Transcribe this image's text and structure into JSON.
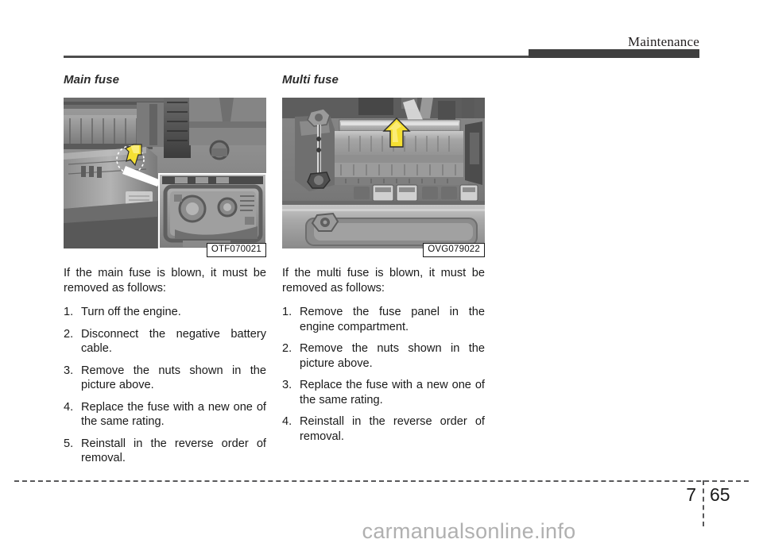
{
  "header": {
    "title": "Maintenance"
  },
  "columns": [
    {
      "heading": "Main fuse",
      "figure": {
        "caption": "OTF070021",
        "alt": "Engine compartment main fuse location with yellow arrow and inset detail of fuse box"
      },
      "intro": "If the main fuse is blown, it must be removed as follows:",
      "steps": [
        {
          "num": "1.",
          "text": "Turn off the engine."
        },
        {
          "num": "2.",
          "text": "Disconnect the negative battery cable."
        },
        {
          "num": "3.",
          "text": "Remove the nuts shown in the picture above."
        },
        {
          "num": "4.",
          "text": "Replace the fuse with a new one of the same rating."
        },
        {
          "num": "5.",
          "text": "Reinstall in the reverse order of removal."
        }
      ]
    },
    {
      "heading": "Multi fuse",
      "figure": {
        "caption": "OVG079022",
        "alt": "Multi fuse panel in engine compartment with yellow arrow pointing up"
      },
      "intro": "If the multi fuse is blown, it must be removed as follows:",
      "steps": [
        {
          "num": "1.",
          "text": "Remove the fuse panel in the engine compartment."
        },
        {
          "num": "2.",
          "text": "Remove the nuts shown in the picture above."
        },
        {
          "num": "3.",
          "text": "Replace the fuse with a new one of the same rating."
        },
        {
          "num": "4.",
          "text": "Reinstall in the reverse order of removal."
        }
      ]
    }
  ],
  "footer": {
    "chapter": "7",
    "page": "65",
    "watermark": "carmanualsonline.info"
  },
  "colors": {
    "rule": "#4d4d4d",
    "rule_thick": "#3f3f3f",
    "text": "#1a1a1a",
    "arrow_highlight": "#f5e033",
    "watermark": "#b0b0b0"
  }
}
